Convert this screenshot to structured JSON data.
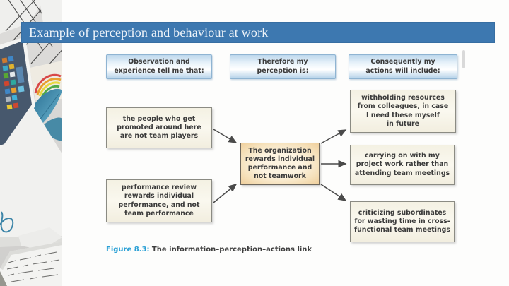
{
  "slide": {
    "title": "Example of perception and behaviour at work"
  },
  "colors": {
    "title_bar_blue": "#3d78b0",
    "header_box_blue": "#bcd7ec",
    "side_box_cream": "#f7f4e8",
    "center_box_tan": "#f6e2bd",
    "arrow_gray": "#4a4a4a",
    "figure_label_cyan": "#2aa0d5"
  },
  "diagram": {
    "headers": [
      {
        "label": "Observation and\nexperience tell me that:"
      },
      {
        "label": "Therefore my\nperception is:"
      },
      {
        "label": "Consequently my\nactions will include:"
      }
    ],
    "observations": [
      {
        "text": "the people who get\npromoted around here\nare not team players"
      },
      {
        "text": "performance review\nrewards individual\nperformance, and not\nteam performance"
      }
    ],
    "perception": {
      "text": "The organization\nrewards individual\nperformance and\nnot teamwork"
    },
    "actions": [
      {
        "text": "withholding resources\nfrom colleagues, in case\nI need these myself\nin future"
      },
      {
        "text": "carrying on with my\nproject work rather than\nattending team meetings"
      },
      {
        "text": "criticizing subordinates\nfor wasting time in cross-\nfunctional team meetings"
      }
    ],
    "caption": {
      "label": "Figure 8.3:",
      "text": " The information–perception–actions link"
    }
  }
}
